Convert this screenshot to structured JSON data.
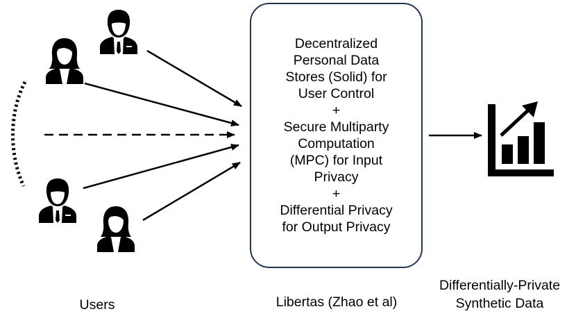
{
  "diagram": {
    "users_label": "Users",
    "system_label": "Libertas (Zhao et al)",
    "output_label_line1": "Differentially-Private",
    "output_label_line2": "Synthetic Data",
    "box_lines": [
      "Decentralized",
      "Personal Data",
      "Stores (Solid) for",
      "User Control",
      "+",
      "Secure Multiparty",
      "Computation",
      "(MPC) for Input",
      "Privacy",
      "+",
      "Differential Privacy",
      "for Output Privacy"
    ],
    "icons": {
      "users": [
        "male-user-icon",
        "female-user-icon",
        "male-user-icon",
        "female-user-icon"
      ],
      "output": "bar-chart-growth-icon"
    },
    "colors": {
      "box_border": "#1f3550",
      "ink": "#000000"
    }
  }
}
